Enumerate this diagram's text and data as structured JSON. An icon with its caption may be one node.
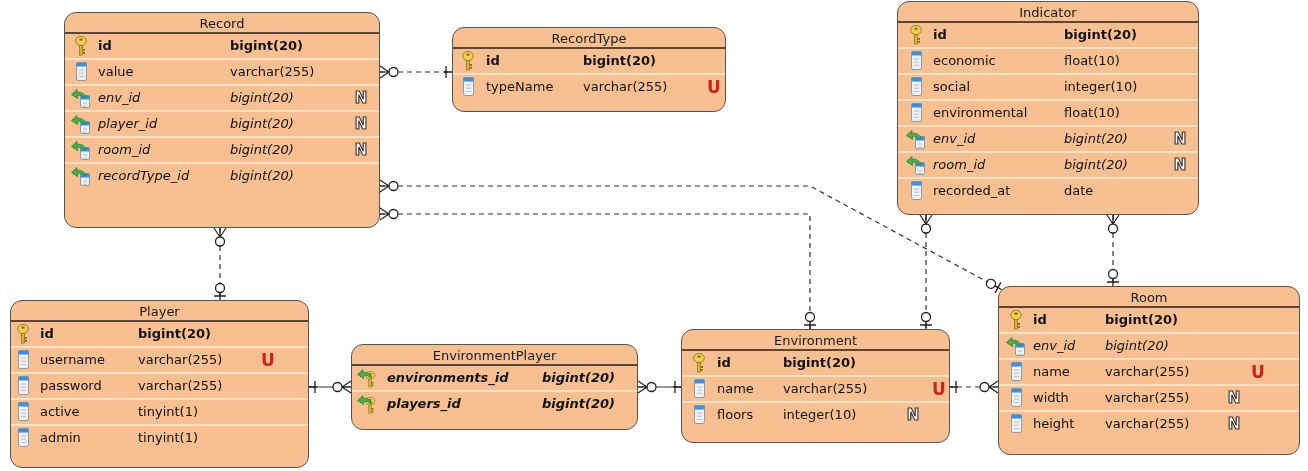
{
  "diagram": {
    "nodes": [
      {
        "text": [
          "Record"
        ]
      },
      {
        "text": [
          "id",
          "bigint(20)"
        ],
        "in": 0
      },
      {
        "text": [
          "value",
          "varchar(255)"
        ],
        "in": 0
      },
      {
        "text": [
          "env_id",
          "bigint(20)",
          "N"
        ],
        "in": 0
      },
      {
        "text": [
          "player_id",
          "bigint(20)",
          "N"
        ],
        "in": 0
      },
      {
        "text": [
          "room_id",
          "bigint(20)",
          "N"
        ],
        "in": 0
      },
      {
        "text": [
          "recordType_id",
          "bigint(20)"
        ],
        "in": 0
      },
      {
        "text": [
          "RecordType"
        ]
      },
      {
        "text": [
          "id",
          "bigint(20)"
        ],
        "in": 7
      },
      {
        "text": [
          "typeName",
          "varchar(255)",
          "U"
        ],
        "in": 7
      },
      {
        "text": [
          "Indicator"
        ]
      },
      {
        "text": [
          "id",
          "bigint(20)"
        ],
        "in": 10
      },
      {
        "text": [
          "economic",
          "float(10)"
        ],
        "in": 10
      },
      {
        "text": [
          "social",
          "integer(10)"
        ],
        "in": 10
      },
      {
        "text": [
          "environmental",
          "float(10)"
        ],
        "in": 10
      },
      {
        "text": [
          "env_id",
          "bigint(20)",
          "N"
        ],
        "in": 10
      },
      {
        "text": [
          "room_id",
          "bigint(20)",
          "N"
        ],
        "in": 10
      },
      {
        "text": [
          "recorded_at",
          "date"
        ],
        "in": 10
      },
      {
        "text": [
          "Player"
        ]
      },
      {
        "text": [
          "id",
          "bigint(20)"
        ],
        "in": 18
      },
      {
        "text": [
          "username",
          "varchar(255)",
          "U"
        ],
        "in": 18
      },
      {
        "text": [
          "password",
          "varchar(255)"
        ],
        "in": 18
      },
      {
        "text": [
          "active",
          "tinyint(1)"
        ],
        "in": 18
      },
      {
        "text": [
          "admin",
          "tinyint(1)"
        ],
        "in": 18
      },
      {
        "text": [
          "EnvironmentPlayer"
        ]
      },
      {
        "text": [
          "environments_id",
          "bigint(20)"
        ],
        "in": 24
      },
      {
        "text": [
          "players_id",
          "bigint(20)"
        ],
        "in": 24
      },
      {
        "text": [
          "Environment"
        ]
      },
      {
        "text": [
          "id",
          "bigint(20)"
        ],
        "in": 27
      },
      {
        "text": [
          "name",
          "varchar(255)",
          "U"
        ],
        "in": 27
      },
      {
        "text": [
          "floors",
          "integer(10)",
          "N"
        ],
        "in": 27
      },
      {
        "text": [
          "Room"
        ]
      },
      {
        "text": [
          "id",
          "bigint(20)"
        ],
        "in": 31
      },
      {
        "text": [
          "env_id",
          "bigint(20)"
        ],
        "in": 31
      },
      {
        "text": [
          "name",
          "varchar(255)",
          "U"
        ],
        "in": 31
      },
      {
        "text": [
          "width",
          "varchar(255)",
          "N"
        ],
        "in": 31
      },
      {
        "text": [
          "height",
          "varchar(255)",
          "N"
        ],
        "in": 31
      }
    ],
    "edges": [
      {
        "from": 0,
        "to": 7,
        "arrow": "other",
        "style": "dashed"
      },
      {
        "from": 0,
        "to": 18,
        "arrow": "other",
        "style": "dashed"
      },
      {
        "from": 0,
        "to": 31,
        "arrow": "other",
        "style": "dashed"
      },
      {
        "from": 0,
        "to": 27,
        "arrow": "other",
        "style": "dashed"
      },
      {
        "from": 10,
        "to": 27,
        "arrow": "other",
        "style": "dashed"
      },
      {
        "from": 10,
        "to": 31,
        "arrow": "other",
        "style": "dashed"
      },
      {
        "from": 24,
        "to": 18,
        "arrow": "other"
      },
      {
        "from": 24,
        "to": 27,
        "arrow": "other"
      },
      {
        "from": 31,
        "to": 27,
        "arrow": "other",
        "style": "dashed"
      }
    ]
  }
}
